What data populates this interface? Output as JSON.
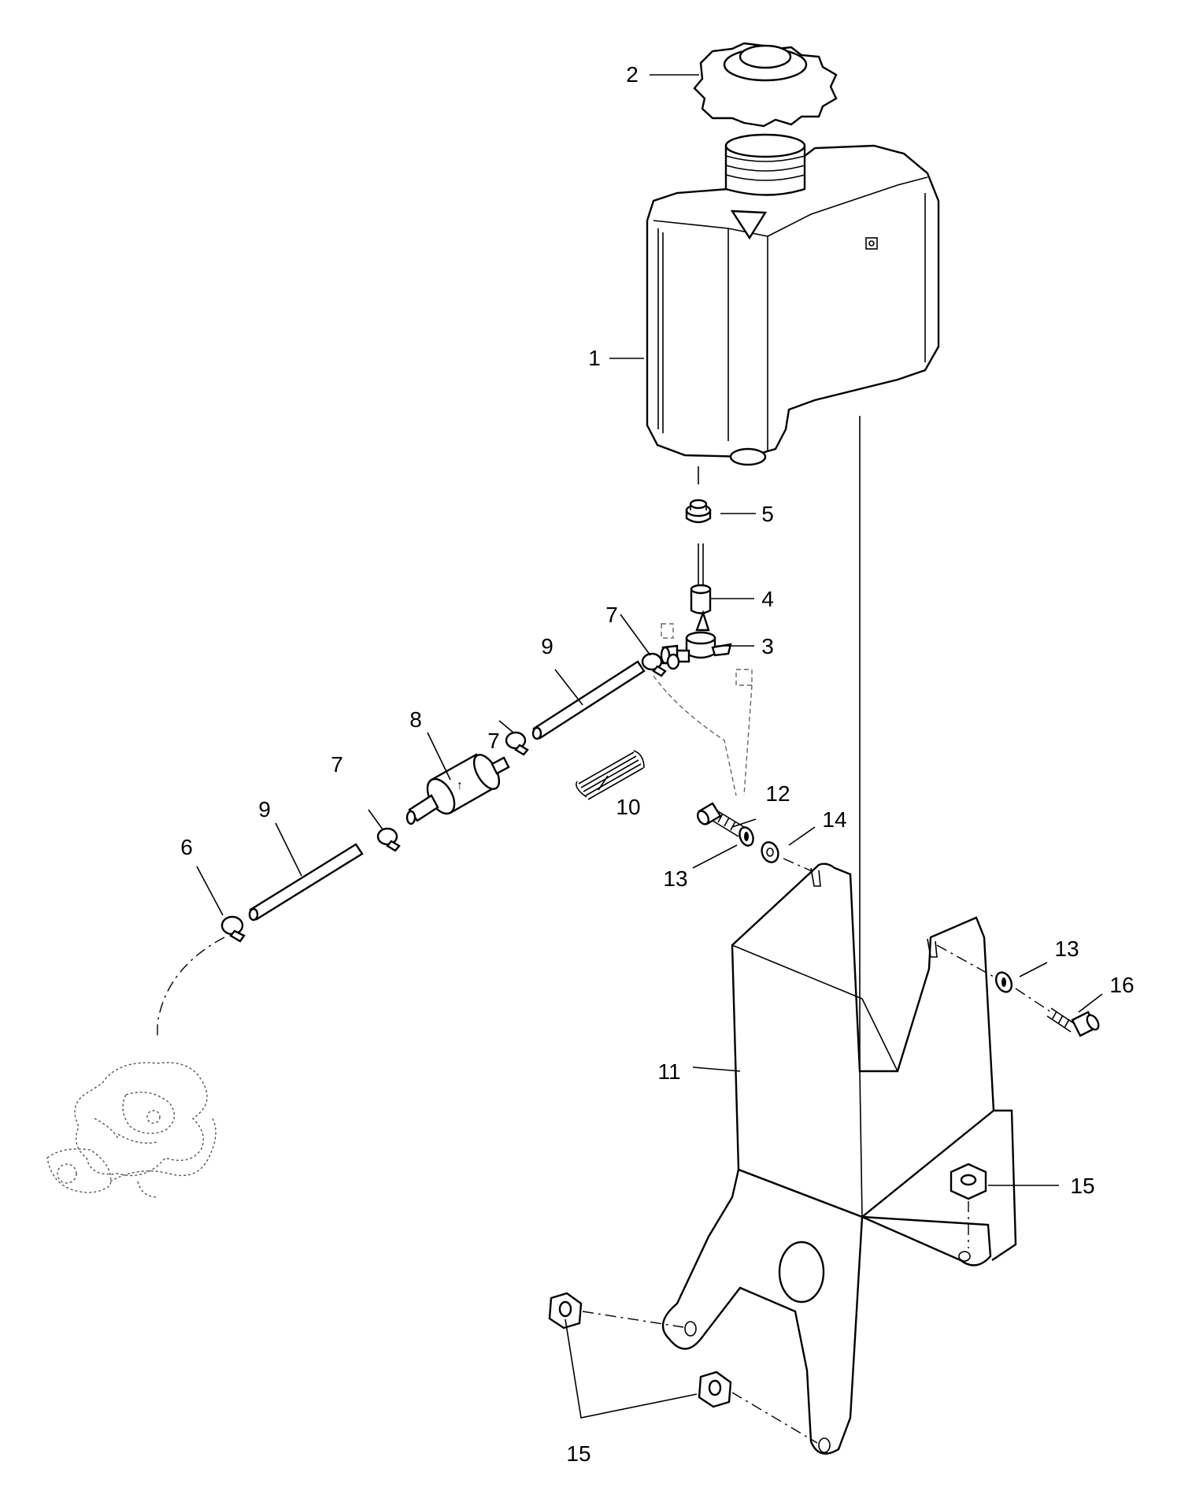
{
  "callouts": {
    "c1": "1",
    "c2": "2",
    "c3": "3",
    "c4": "4",
    "c5": "5",
    "c6": "6",
    "c7a": "7",
    "c7b": "7",
    "c7c": "7",
    "c8": "8",
    "c9a": "9",
    "c9b": "9",
    "c10": "10",
    "c11": "11",
    "c12": "12",
    "c13a": "13",
    "c13b": "13",
    "c14": "14",
    "c15a": "15",
    "c15b": "15",
    "c16": "16"
  }
}
